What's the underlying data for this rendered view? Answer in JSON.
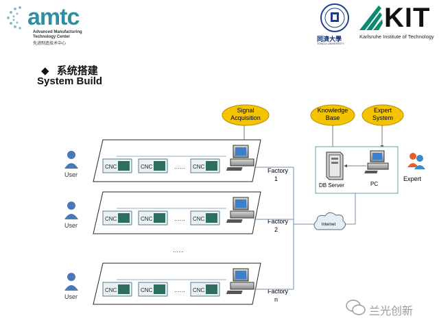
{
  "header": {
    "amtc": {
      "word": "amtc",
      "line1": "Advanced Manufacturing",
      "line2": "Technology Center",
      "line3": "先进制造技术中心"
    },
    "tongji": {
      "name_zh": "同濟大學",
      "name_en": "TONGJI UNIVERSITY"
    },
    "kit": {
      "word": "KIT",
      "subtitle": "Karlsruhe Institute of Technology"
    }
  },
  "title": {
    "bullet": "◆",
    "zh": "系统搭建",
    "en": "System Build"
  },
  "diagram": {
    "bubbles": [
      {
        "line1": "Signal",
        "line2": "Acquisition"
      },
      {
        "line1": "Knowledge",
        "line2": "Base"
      },
      {
        "line1": "Expert",
        "line2": "System"
      }
    ],
    "user_label": "User",
    "cnc_label": "CNC",
    "ellipsis_h": "……",
    "ellipsis_v": "……",
    "factories": [
      {
        "line1": "Factory",
        "line2": "1"
      },
      {
        "line1": "Factory",
        "line2": "2"
      },
      {
        "line1": "Factory",
        "line2": "n"
      }
    ],
    "db_server": "DB Server",
    "pc": "PC",
    "expert": "Expert",
    "internet": "Internet"
  },
  "watermark": {
    "text": "兰光创新"
  },
  "colors": {
    "bubble_fill": "#f5c400",
    "bubble_stroke": "#b58a00",
    "line": "#6c8fb0",
    "teal": "#2f8fa0"
  }
}
